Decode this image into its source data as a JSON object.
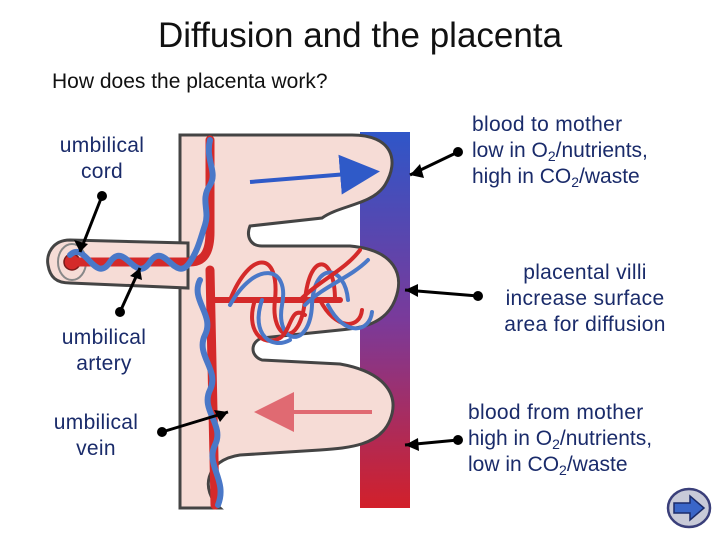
{
  "title": "Diffusion and the placenta",
  "subtitle": "How does the placenta work?",
  "labels": {
    "cord": [
      "umbilical",
      "cord"
    ],
    "artery": [
      "umbilical",
      "artery"
    ],
    "vein": [
      "umbilical",
      "vein"
    ],
    "villi": [
      "placental villi",
      "increase surface",
      "area for diffusion"
    ],
    "to_mother": {
      "head": "blood to mother",
      "l1a": "low in O",
      "l1s": "2",
      "l1b": "/nutrients,",
      "l2a": "high in CO",
      "l2s": "2",
      "l2b": "/waste"
    },
    "from_mother": {
      "head": "blood from mother",
      "l1a": "high in O",
      "l1s": "2",
      "l1b": "/nutrients,",
      "l2a": "low in CO",
      "l2s": "2",
      "l2b": "/waste"
    }
  },
  "colors": {
    "artery": "#d42a2a",
    "vein": "#4a78c8",
    "tissue": "#f6dcd6",
    "label_text": "#1a2b6a",
    "pointer": "#000000"
  },
  "icons": {
    "next": "next-arrow-icon"
  }
}
